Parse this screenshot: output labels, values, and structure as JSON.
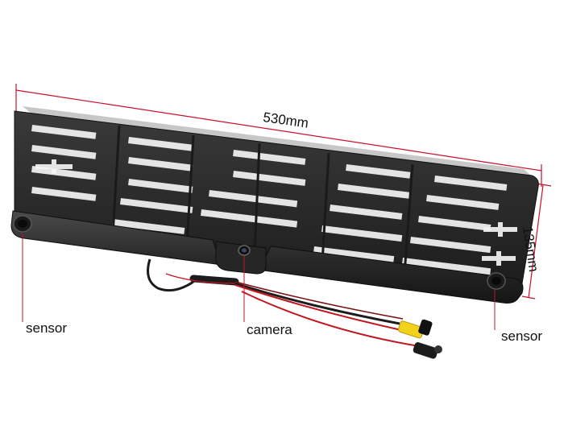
{
  "dimensions": {
    "width_label": "530mm",
    "height_label": "135mm"
  },
  "labels": {
    "left_sensor": "sensor",
    "camera": "camera",
    "right_sensor": "sensor"
  },
  "colors": {
    "dimension_line": "#c8102e",
    "frame": "#2a2a2a",
    "frame_highlight": "#3c3c3c",
    "cable_red": "#c0161f",
    "cable_yellow": "#f2d21b"
  }
}
